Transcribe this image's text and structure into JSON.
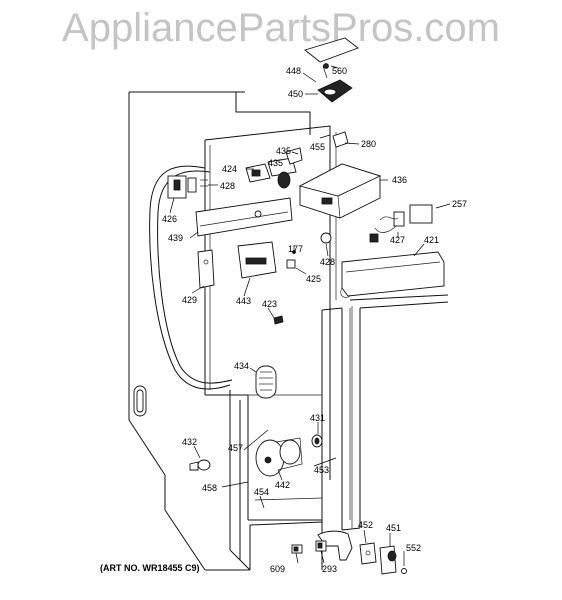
{
  "watermark": "AppliancePartsPros.com",
  "art_number": "(ART NO. WR18455 C9)",
  "part_labels": [
    {
      "id": "p448",
      "text": "448"
    },
    {
      "id": "p560",
      "text": "560"
    },
    {
      "id": "p450",
      "text": "450"
    },
    {
      "id": "p280",
      "text": "280"
    },
    {
      "id": "p455",
      "text": "455"
    },
    {
      "id": "p435a",
      "text": "435"
    },
    {
      "id": "p435b",
      "text": "435"
    },
    {
      "id": "p424",
      "text": "424"
    },
    {
      "id": "p428a",
      "text": "428"
    },
    {
      "id": "p436",
      "text": "436"
    },
    {
      "id": "p257",
      "text": "257"
    },
    {
      "id": "p426",
      "text": "426"
    },
    {
      "id": "p439",
      "text": "439"
    },
    {
      "id": "p177",
      "text": "177"
    },
    {
      "id": "p428b",
      "text": "428"
    },
    {
      "id": "p427",
      "text": "427"
    },
    {
      "id": "p421",
      "text": "421"
    },
    {
      "id": "p425",
      "text": "425"
    },
    {
      "id": "p429",
      "text": "429"
    },
    {
      "id": "p443",
      "text": "443"
    },
    {
      "id": "p423",
      "text": "423"
    },
    {
      "id": "p434",
      "text": "434"
    },
    {
      "id": "p431",
      "text": "431"
    },
    {
      "id": "p432",
      "text": "432"
    },
    {
      "id": "p457",
      "text": "457"
    },
    {
      "id": "p442",
      "text": "442"
    },
    {
      "id": "p453",
      "text": "453"
    },
    {
      "id": "p458",
      "text": "458"
    },
    {
      "id": "p454",
      "text": "454"
    },
    {
      "id": "p452",
      "text": "452"
    },
    {
      "id": "p451",
      "text": "451"
    },
    {
      "id": "p552",
      "text": "552"
    },
    {
      "id": "p609",
      "text": "609"
    },
    {
      "id": "p293",
      "text": "293"
    }
  ]
}
